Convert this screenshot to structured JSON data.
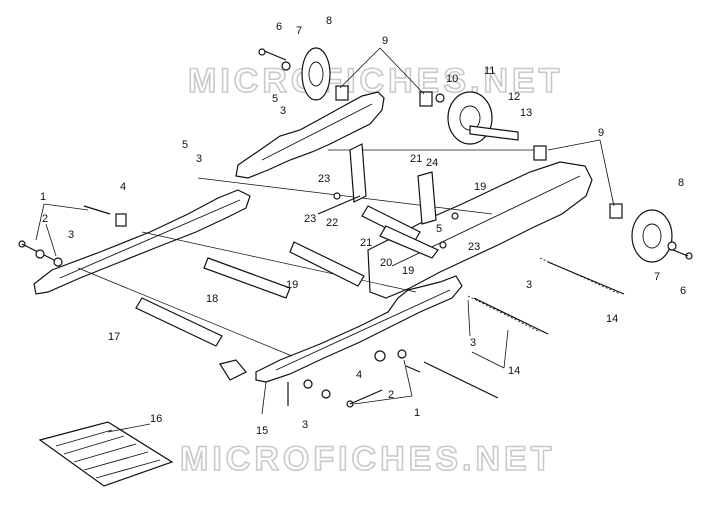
{
  "watermark": {
    "top": "MICROFICHES.NET",
    "bottom": "MICROFICHES.NET"
  },
  "callouts": [
    "1",
    "2",
    "3",
    "4",
    "5",
    "6",
    "7",
    "8",
    "9",
    "10",
    "11",
    "12",
    "13",
    "14",
    "15",
    "16",
    "17",
    "18",
    "19",
    "20",
    "21",
    "22",
    "23",
    "24"
  ],
  "colors": {
    "ink": "#111111",
    "watermark": "#c9c9c9",
    "paper": "#ffffff"
  }
}
